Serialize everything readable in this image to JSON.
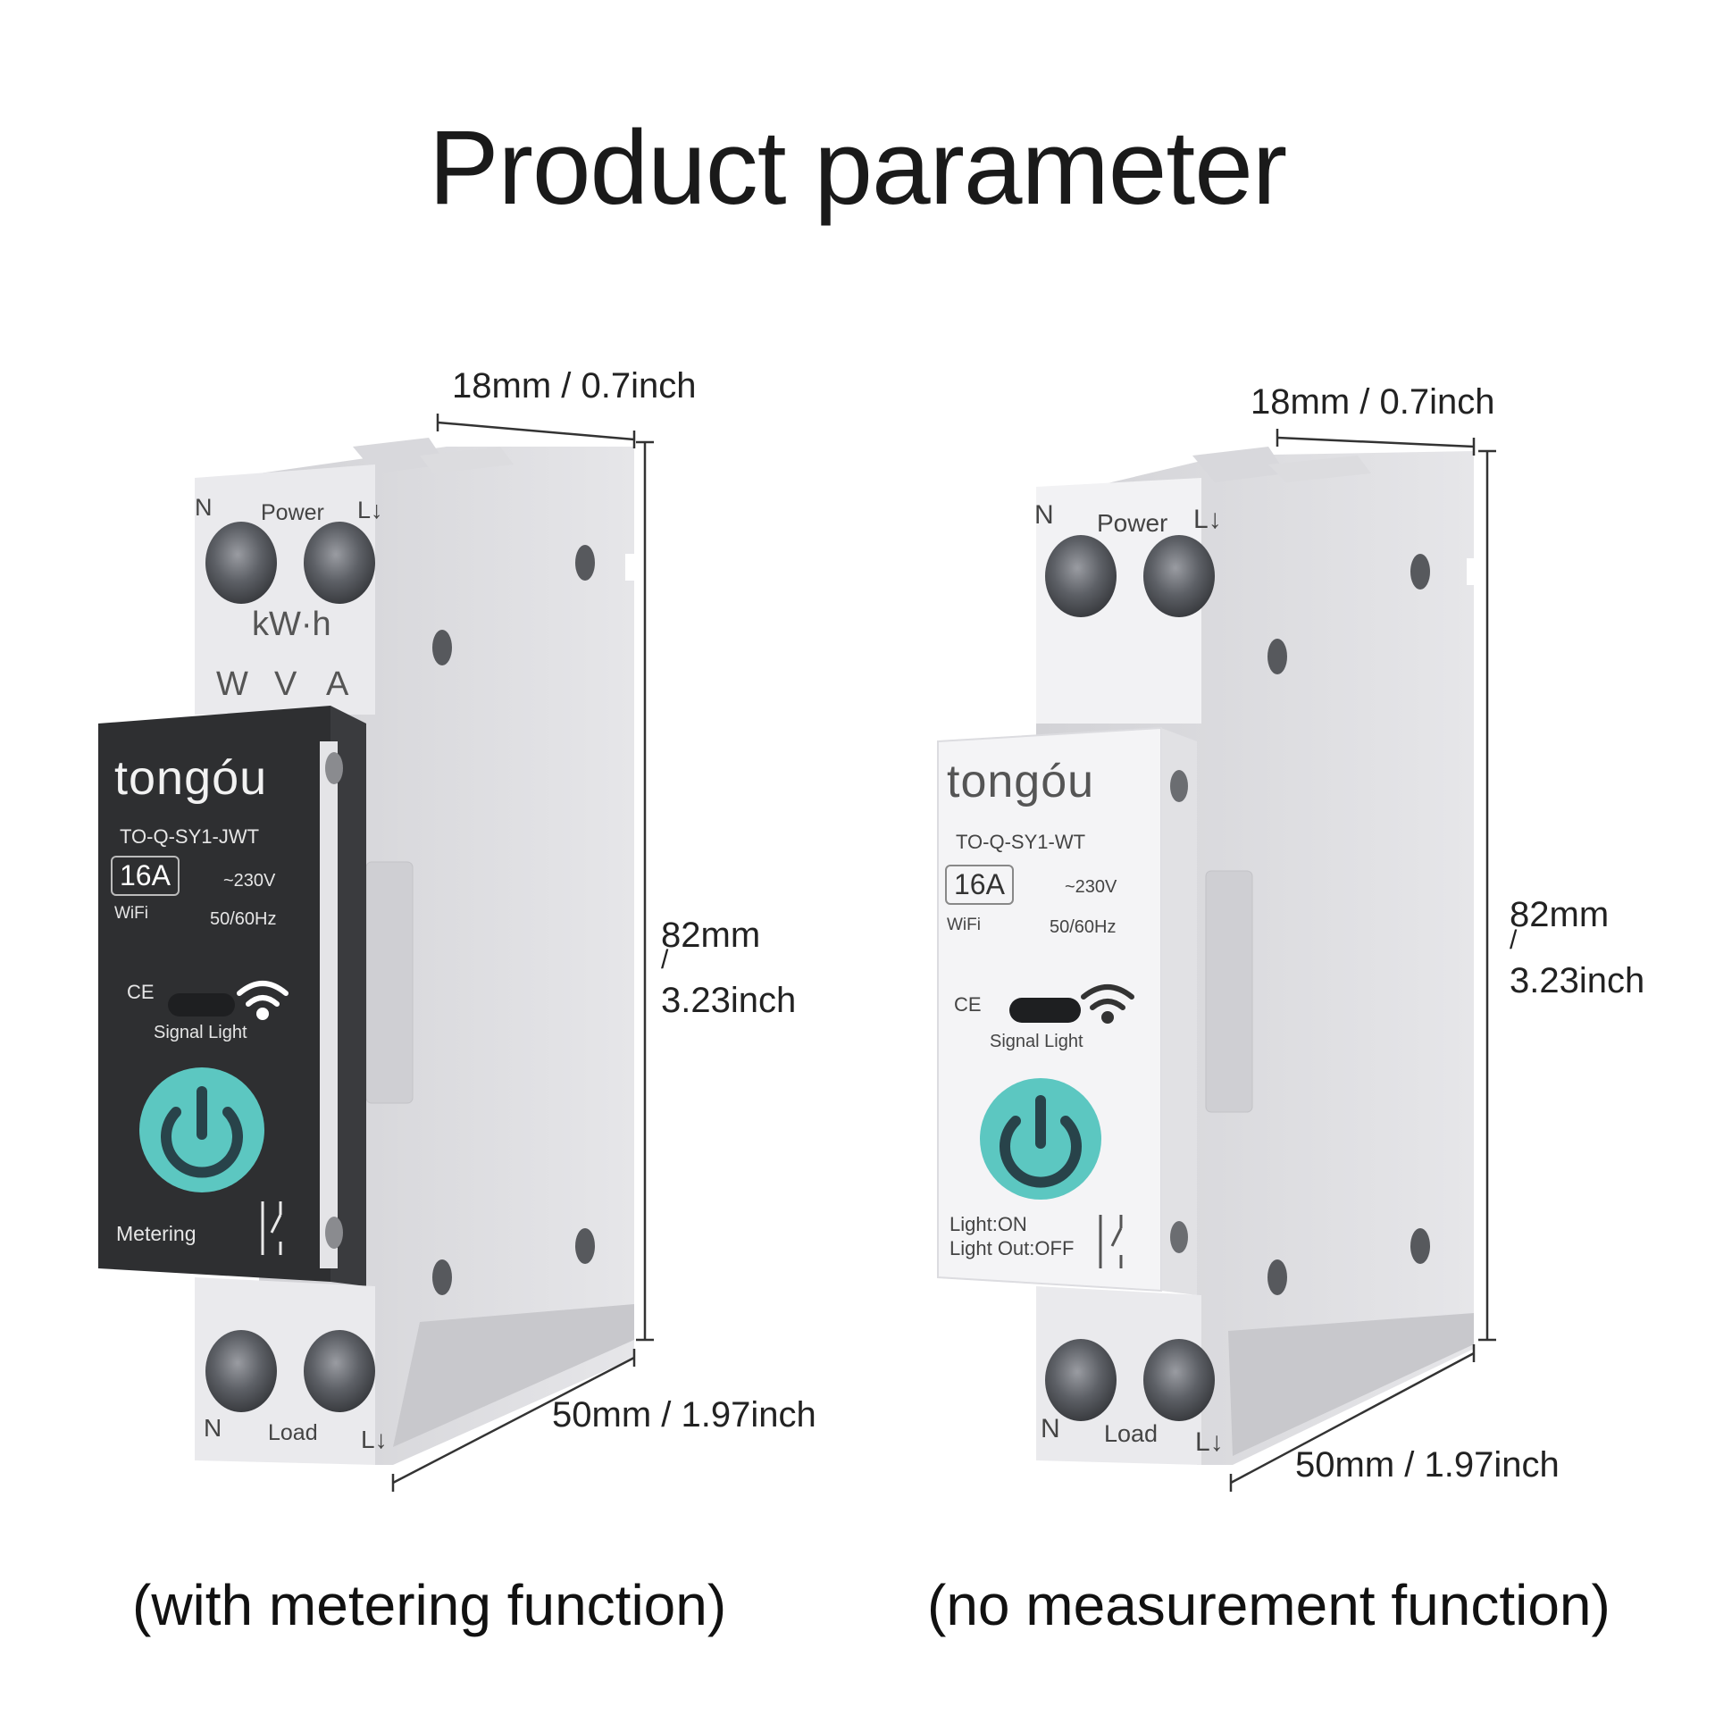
{
  "title": "Product parameter",
  "left_device": {
    "dim_width": "18mm / 0.7inch",
    "dim_height_mm": "82mm",
    "dim_height_sep": "/",
    "dim_height_inch": "3.23inch",
    "dim_depth": "50mm / 1.97inch",
    "caption": "(with metering function)",
    "top_label_n": "N",
    "top_label_power": "Power",
    "top_label_l": "L↓",
    "meter_kwh": "kW·h",
    "meter_w": "W",
    "meter_v": "V",
    "meter_a": "A",
    "brand": "tongóu",
    "model": "TO-Q-SY1-JWT",
    "rating": "16A",
    "voltage": "~230V",
    "wifi": "WiFi",
    "freq": "50/60Hz",
    "ce": "CE",
    "signal": "Signal Light",
    "mode_label": "Metering",
    "bottom_label_n": "N",
    "bottom_label_load": "Load",
    "bottom_label_l": "L↓"
  },
  "right_device": {
    "dim_width": "18mm / 0.7inch",
    "dim_height_mm": "82mm",
    "dim_height_sep": "/",
    "dim_height_inch": "3.23inch",
    "dim_depth": "50mm / 1.97inch",
    "caption": "(no measurement function)",
    "top_label_n": "N",
    "top_label_power": "Power",
    "top_label_l": "L↓",
    "brand": "tongóu",
    "model": "TO-Q-SY1-WT",
    "rating": "16A",
    "voltage": "~230V",
    "wifi": "WiFi",
    "freq": "50/60Hz",
    "ce": "CE",
    "signal": "Signal Light",
    "light_on": "Light:ON",
    "light_off": "Light Out:OFF",
    "bottom_label_n": "N",
    "bottom_label_load": "Load",
    "bottom_label_l": "L↓"
  },
  "colors": {
    "body_front": "#e9e9ec",
    "body_side": "#d6d6d9",
    "panel_dark": "#2e2f31",
    "panel_light": "#f4f4f6",
    "button_teal": "#5cc7c1",
    "button_teal_dark": "#28434a"
  }
}
